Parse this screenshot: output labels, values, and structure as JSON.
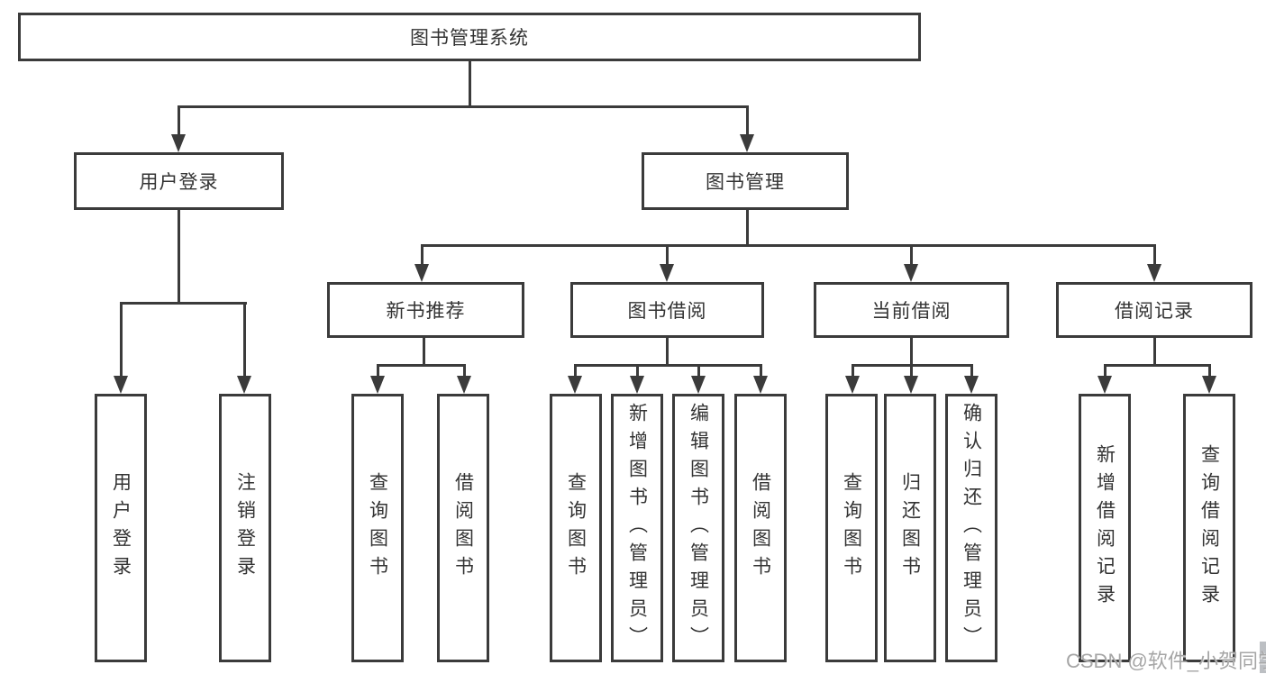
{
  "tree": {
    "root": {
      "label": "图书管理系统",
      "children": [
        {
          "label": "用户登录",
          "children": [
            {
              "label": "用户登录"
            },
            {
              "label": "注销登录"
            }
          ]
        },
        {
          "label": "图书管理",
          "children": [
            {
              "label": "新书推荐",
              "children": [
                {
                  "label": "查询图书"
                },
                {
                  "label": "借阅图书"
                }
              ]
            },
            {
              "label": "图书借阅",
              "children": [
                {
                  "label": "查询图书"
                },
                {
                  "label": "新增图书（管理员）"
                },
                {
                  "label": "编辑图书（管理员）"
                },
                {
                  "label": "借阅图书"
                }
              ]
            },
            {
              "label": "当前借阅",
              "children": [
                {
                  "label": "查询图书"
                },
                {
                  "label": "归还图书"
                },
                {
                  "label": "确认归还（管理员）"
                }
              ]
            },
            {
              "label": "借阅记录",
              "children": [
                {
                  "label": "新增借阅记录"
                },
                {
                  "label": "查询借阅记录"
                }
              ]
            }
          ]
        }
      ]
    }
  },
  "watermark": {
    "text": "CSDN @软件_小贺同学"
  },
  "colors": {
    "line": "#3b3b3b",
    "text": "#333333",
    "watermark": "#a6a6a6",
    "background": "#ffffff"
  }
}
